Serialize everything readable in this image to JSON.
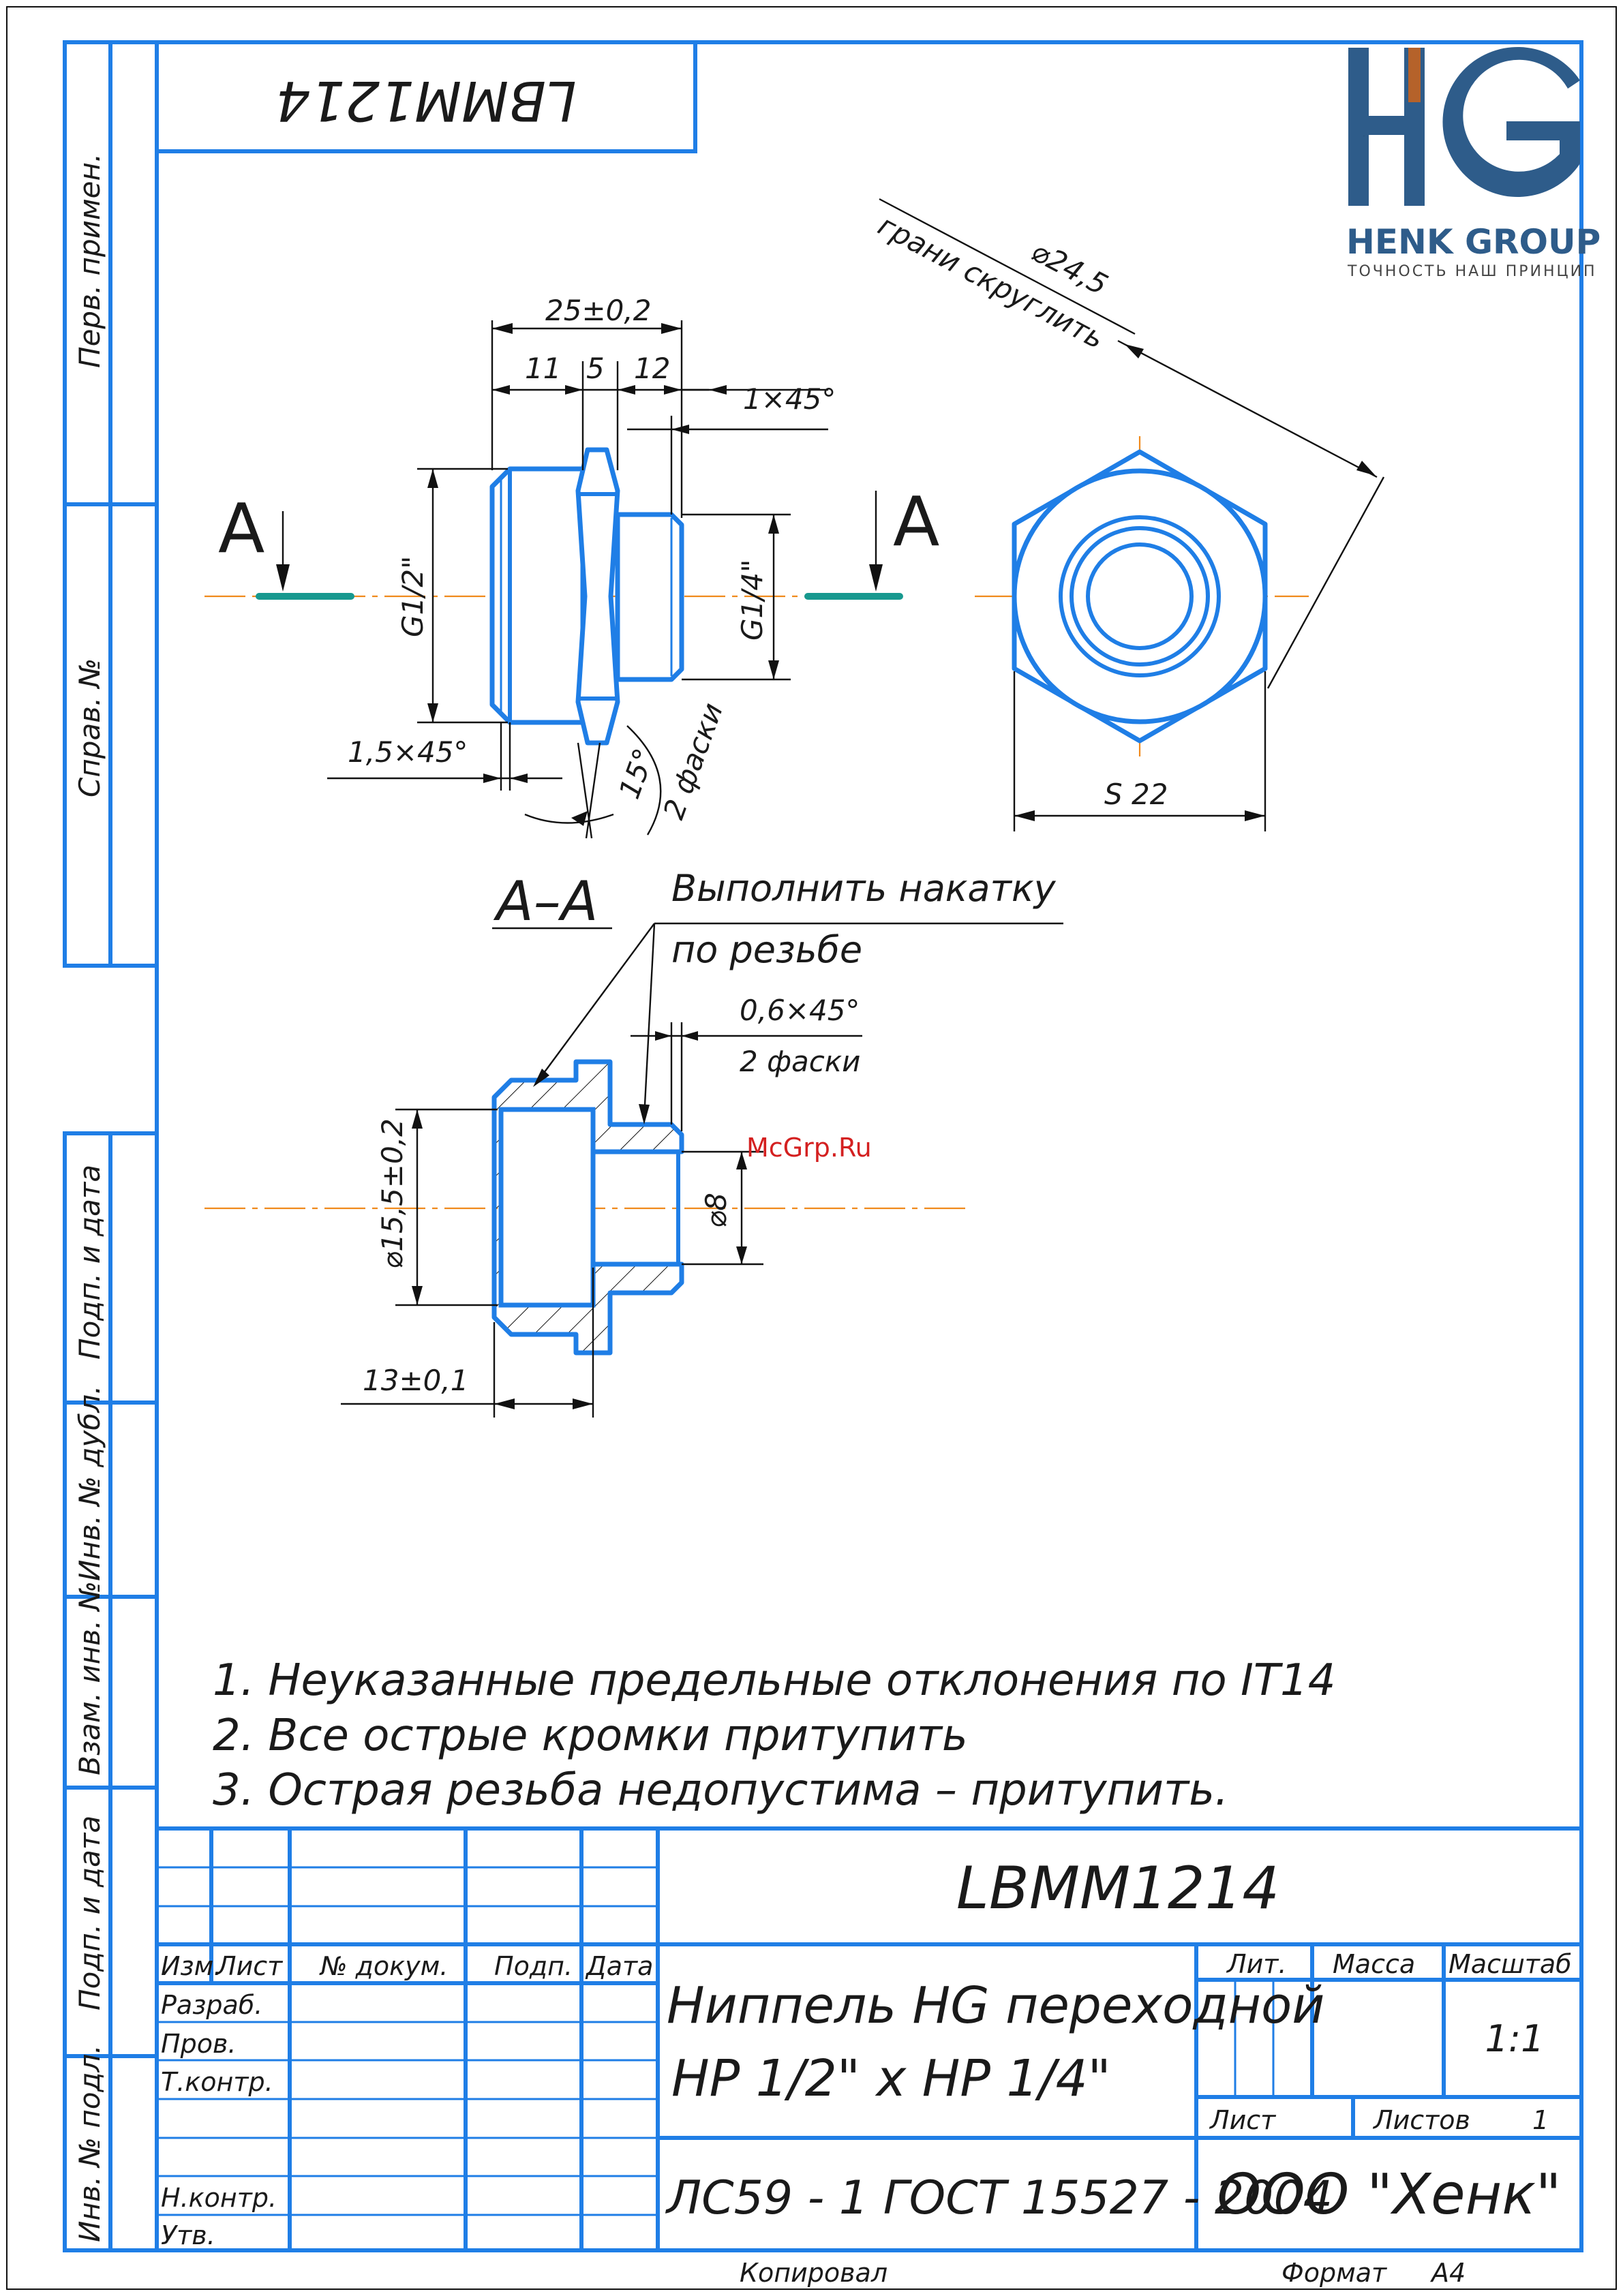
{
  "document": {
    "designation": "LBMM1214",
    "designation_rotated": "LBMM1214",
    "watermark": "McGrp.Ru"
  },
  "logo": {
    "mark": "HG",
    "company": "HENK GROUP",
    "tagline": "ТОЧНОСТЬ НАШ ПРИНЦИП",
    "colors": {
      "blue": "#2e5c8a",
      "accent": "#b5622a"
    }
  },
  "side_strip": {
    "perv_primen": "Перв. примен.",
    "sprav_no": "Справ. №",
    "podp_data_1": "Подп. и дата",
    "inv_dubl": "Инв. № дубл.",
    "vzam_inv": "Взам. инв. №",
    "podp_data_2": "Подп. и дата",
    "inv_podl": "Инв. № подл."
  },
  "views": {
    "section_mark": "A",
    "section_mark_right": "A",
    "section_title": "A–A",
    "dims": {
      "total_length": "25±0,2",
      "len_11": "11",
      "len_5": "5",
      "len_12": "12",
      "chamfer_right": "1×45°",
      "thread_big": "G1/2\"",
      "thread_small": "G1/4\"",
      "chamfer_left": "1,5×45°",
      "angle": "15°",
      "chamfers_2": "2 фаски",
      "diameter_hex": "⌀24,5",
      "faces_note": "грани скруглить",
      "hex_size": "S 22",
      "chamfer_inner": "0,6×45°",
      "chamfers_inner_2": "2 фаски",
      "bore_big": "⌀15,5±0,2",
      "bore_small": "⌀8",
      "depth": "13±0,1"
    },
    "knurl_note_1": "Выполнить накатку",
    "knurl_note_2": "по резьбе"
  },
  "notes": [
    "1. Неуказанные предельные отклонения по IT14",
    "2. Все острые кромки притупить",
    "3. Острая резьба недопустима – притупить."
  ],
  "title_block": {
    "designation": "LBMM1214",
    "name_line1": "Ниппель HG переходной",
    "name_line2": "НР 1/2\" x НР 1/4\"",
    "material": "ЛС59 - 1 ГОСТ 15527 - 2004",
    "company": "ООО \"Хенк\"",
    "lit": "Лит.",
    "mass": "Масса",
    "scale_label": "Масштаб",
    "scale_value": "1:1",
    "sheet": "Лист",
    "sheets": "Листов",
    "sheets_value": "1",
    "col_izm": "Изм.",
    "col_list": "Лист",
    "col_doc": "№ докум.",
    "col_podp": "Подп.",
    "col_data": "Дата",
    "row_razrab": "Разраб.",
    "row_prov": "Пров.",
    "row_tkontr": "Т.контр.",
    "row_nkontr": "Н.контр.",
    "row_utv": "Утв.",
    "copied": "Копировал",
    "format_label": "Формат",
    "format_value": "A4"
  }
}
